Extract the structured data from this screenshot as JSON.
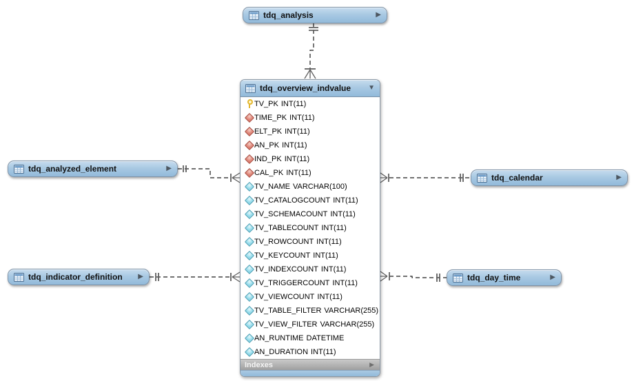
{
  "main_table": {
    "title": "tdq_overview_indvalue",
    "collapse_icon": "▼",
    "footer_label": "Indexes",
    "footer_arrow": "▶",
    "columns": [
      {
        "name": "TV_PK",
        "type": "INT(11)",
        "icon": "primary-key"
      },
      {
        "name": "TIME_PK",
        "type": "INT(11)",
        "icon": "foreign-key"
      },
      {
        "name": "ELT_PK",
        "type": "INT(11)",
        "icon": "foreign-key"
      },
      {
        "name": "AN_PK",
        "type": "INT(11)",
        "icon": "foreign-key"
      },
      {
        "name": "IND_PK",
        "type": "INT(11)",
        "icon": "foreign-key"
      },
      {
        "name": "CAL_PK",
        "type": "INT(11)",
        "icon": "foreign-key"
      },
      {
        "name": "TV_NAME",
        "type": "VARCHAR(100)",
        "icon": "attribute"
      },
      {
        "name": "TV_CATALOGCOUNT",
        "type": "INT(11)",
        "icon": "attribute"
      },
      {
        "name": "TV_SCHEMACOUNT",
        "type": "INT(11)",
        "icon": "attribute"
      },
      {
        "name": "TV_TABLECOUNT",
        "type": "INT(11)",
        "icon": "attribute"
      },
      {
        "name": "TV_ROWCOUNT",
        "type": "INT(11)",
        "icon": "attribute"
      },
      {
        "name": "TV_KEYCOUNT",
        "type": "INT(11)",
        "icon": "attribute"
      },
      {
        "name": "TV_INDEXCOUNT",
        "type": "INT(11)",
        "icon": "attribute"
      },
      {
        "name": "TV_TRIGGERCOUNT",
        "type": "INT(11)",
        "icon": "attribute"
      },
      {
        "name": "TV_VIEWCOUNT",
        "type": "INT(11)",
        "icon": "attribute"
      },
      {
        "name": "TV_TABLE_FILTER",
        "type": "VARCHAR(255)",
        "icon": "attribute"
      },
      {
        "name": "TV_VIEW_FILTER",
        "type": "VARCHAR(255)",
        "icon": "attribute"
      },
      {
        "name": "AN_RUNTIME",
        "type": "DATETIME",
        "icon": "attribute"
      },
      {
        "name": "AN_DURATION",
        "type": "INT(11)",
        "icon": "attribute"
      }
    ]
  },
  "tables": {
    "analysis": {
      "title": "tdq_analysis",
      "expand_icon": "▶"
    },
    "analyzed_element": {
      "title": "tdq_analyzed_element",
      "expand_icon": "▶"
    },
    "calendar": {
      "title": "tdq_calendar",
      "expand_icon": "▶"
    },
    "indicator_definition": {
      "title": "tdq_indicator_definition",
      "expand_icon": "▶"
    },
    "day_time": {
      "title": "tdq_day_time",
      "expand_icon": "▶"
    }
  },
  "relationships": [
    {
      "from": "tdq_analysis",
      "to": "tdq_overview_indvalue",
      "from_cardinality": "one",
      "to_cardinality": "many",
      "line_style": "dashed"
    },
    {
      "from": "tdq_analyzed_element",
      "to": "tdq_overview_indvalue",
      "from_cardinality": "one",
      "to_cardinality": "many",
      "line_style": "dashed"
    },
    {
      "from": "tdq_calendar",
      "to": "tdq_overview_indvalue",
      "from_cardinality": "one",
      "to_cardinality": "many",
      "line_style": "dashed"
    },
    {
      "from": "tdq_indicator_definition",
      "to": "tdq_overview_indvalue",
      "from_cardinality": "one",
      "to_cardinality": "many",
      "line_style": "dashed"
    },
    {
      "from": "tdq_day_time",
      "to": "tdq_overview_indvalue",
      "from_cardinality": "one",
      "to_cardinality": "many",
      "line_style": "dashed"
    }
  ],
  "colors": {
    "table_header": "#a9c9e3",
    "primary_key_icon": "#e3b62f",
    "foreign_key_icon": "#dd7a6e",
    "attribute_icon": "#8fd7e8",
    "indexes_bar": "#b0b0b0",
    "connector_line": "#1b1b1b",
    "connector_marks": "#5f5f5f"
  }
}
